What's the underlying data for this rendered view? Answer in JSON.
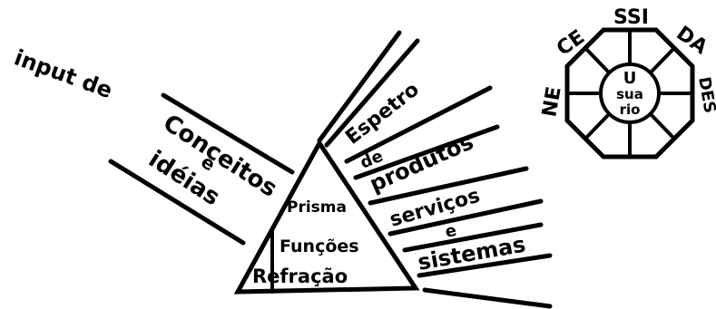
{
  "input_label": "input de",
  "input_lines": [
    "Conceitos",
    "e",
    "idéias"
  ],
  "prism_lines": [
    "Prisma",
    "Funções",
    "Refração"
  ],
  "spectrum_lines": [
    "Espetro",
    "de",
    "produtos",
    "serviços",
    "e",
    "sistemas"
  ],
  "wheel": {
    "word": "NECESSIDADES",
    "visible_fragments": {
      "left": "NE",
      "upper_left": "CE",
      "top": "SSI",
      "right": "DA",
      "far_right": "DES"
    },
    "center_lines": [
      "U",
      "sua",
      "rio"
    ]
  }
}
